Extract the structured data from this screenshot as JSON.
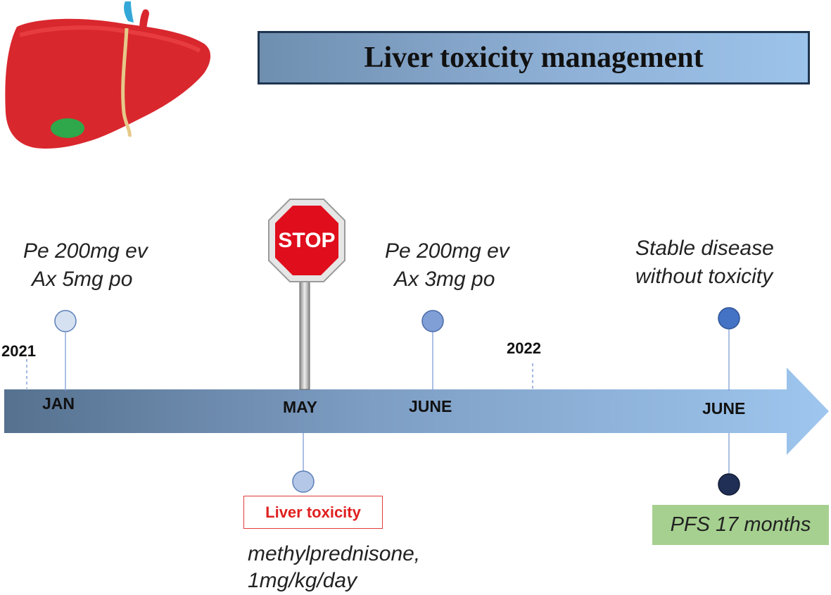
{
  "title": "Liver toxicity management",
  "years": [
    "2021",
    "2022"
  ],
  "months": {
    "jan": "JAN",
    "may": "MAY",
    "june1": "JUNE",
    "june2": "JUNE"
  },
  "events": {
    "jan_line1": "Pe 200mg ev",
    "jan_line2": "Ax 5mg po",
    "june_line1": "Pe 200mg ev",
    "june_line2": "Ax 3mg po",
    "end_line1": "Stable disease",
    "end_line2": "without toxicity"
  },
  "stop_sign": "STOP",
  "toxicity": {
    "label": "Liver toxicity",
    "treatment_line1": "methylprednisone,",
    "treatment_line2": "1mg/kg/day"
  },
  "pfs": "PFS 17 months",
  "colors": {
    "banner_border": "#1f3550",
    "toxicity_red": "#e02020",
    "pfs_green": "#a6d090",
    "dot_light": "#d5e1f1",
    "dot_mid": "#7f9fd6",
    "dot_blue": "#4472c4",
    "dot_navy": "#1f2f55"
  }
}
